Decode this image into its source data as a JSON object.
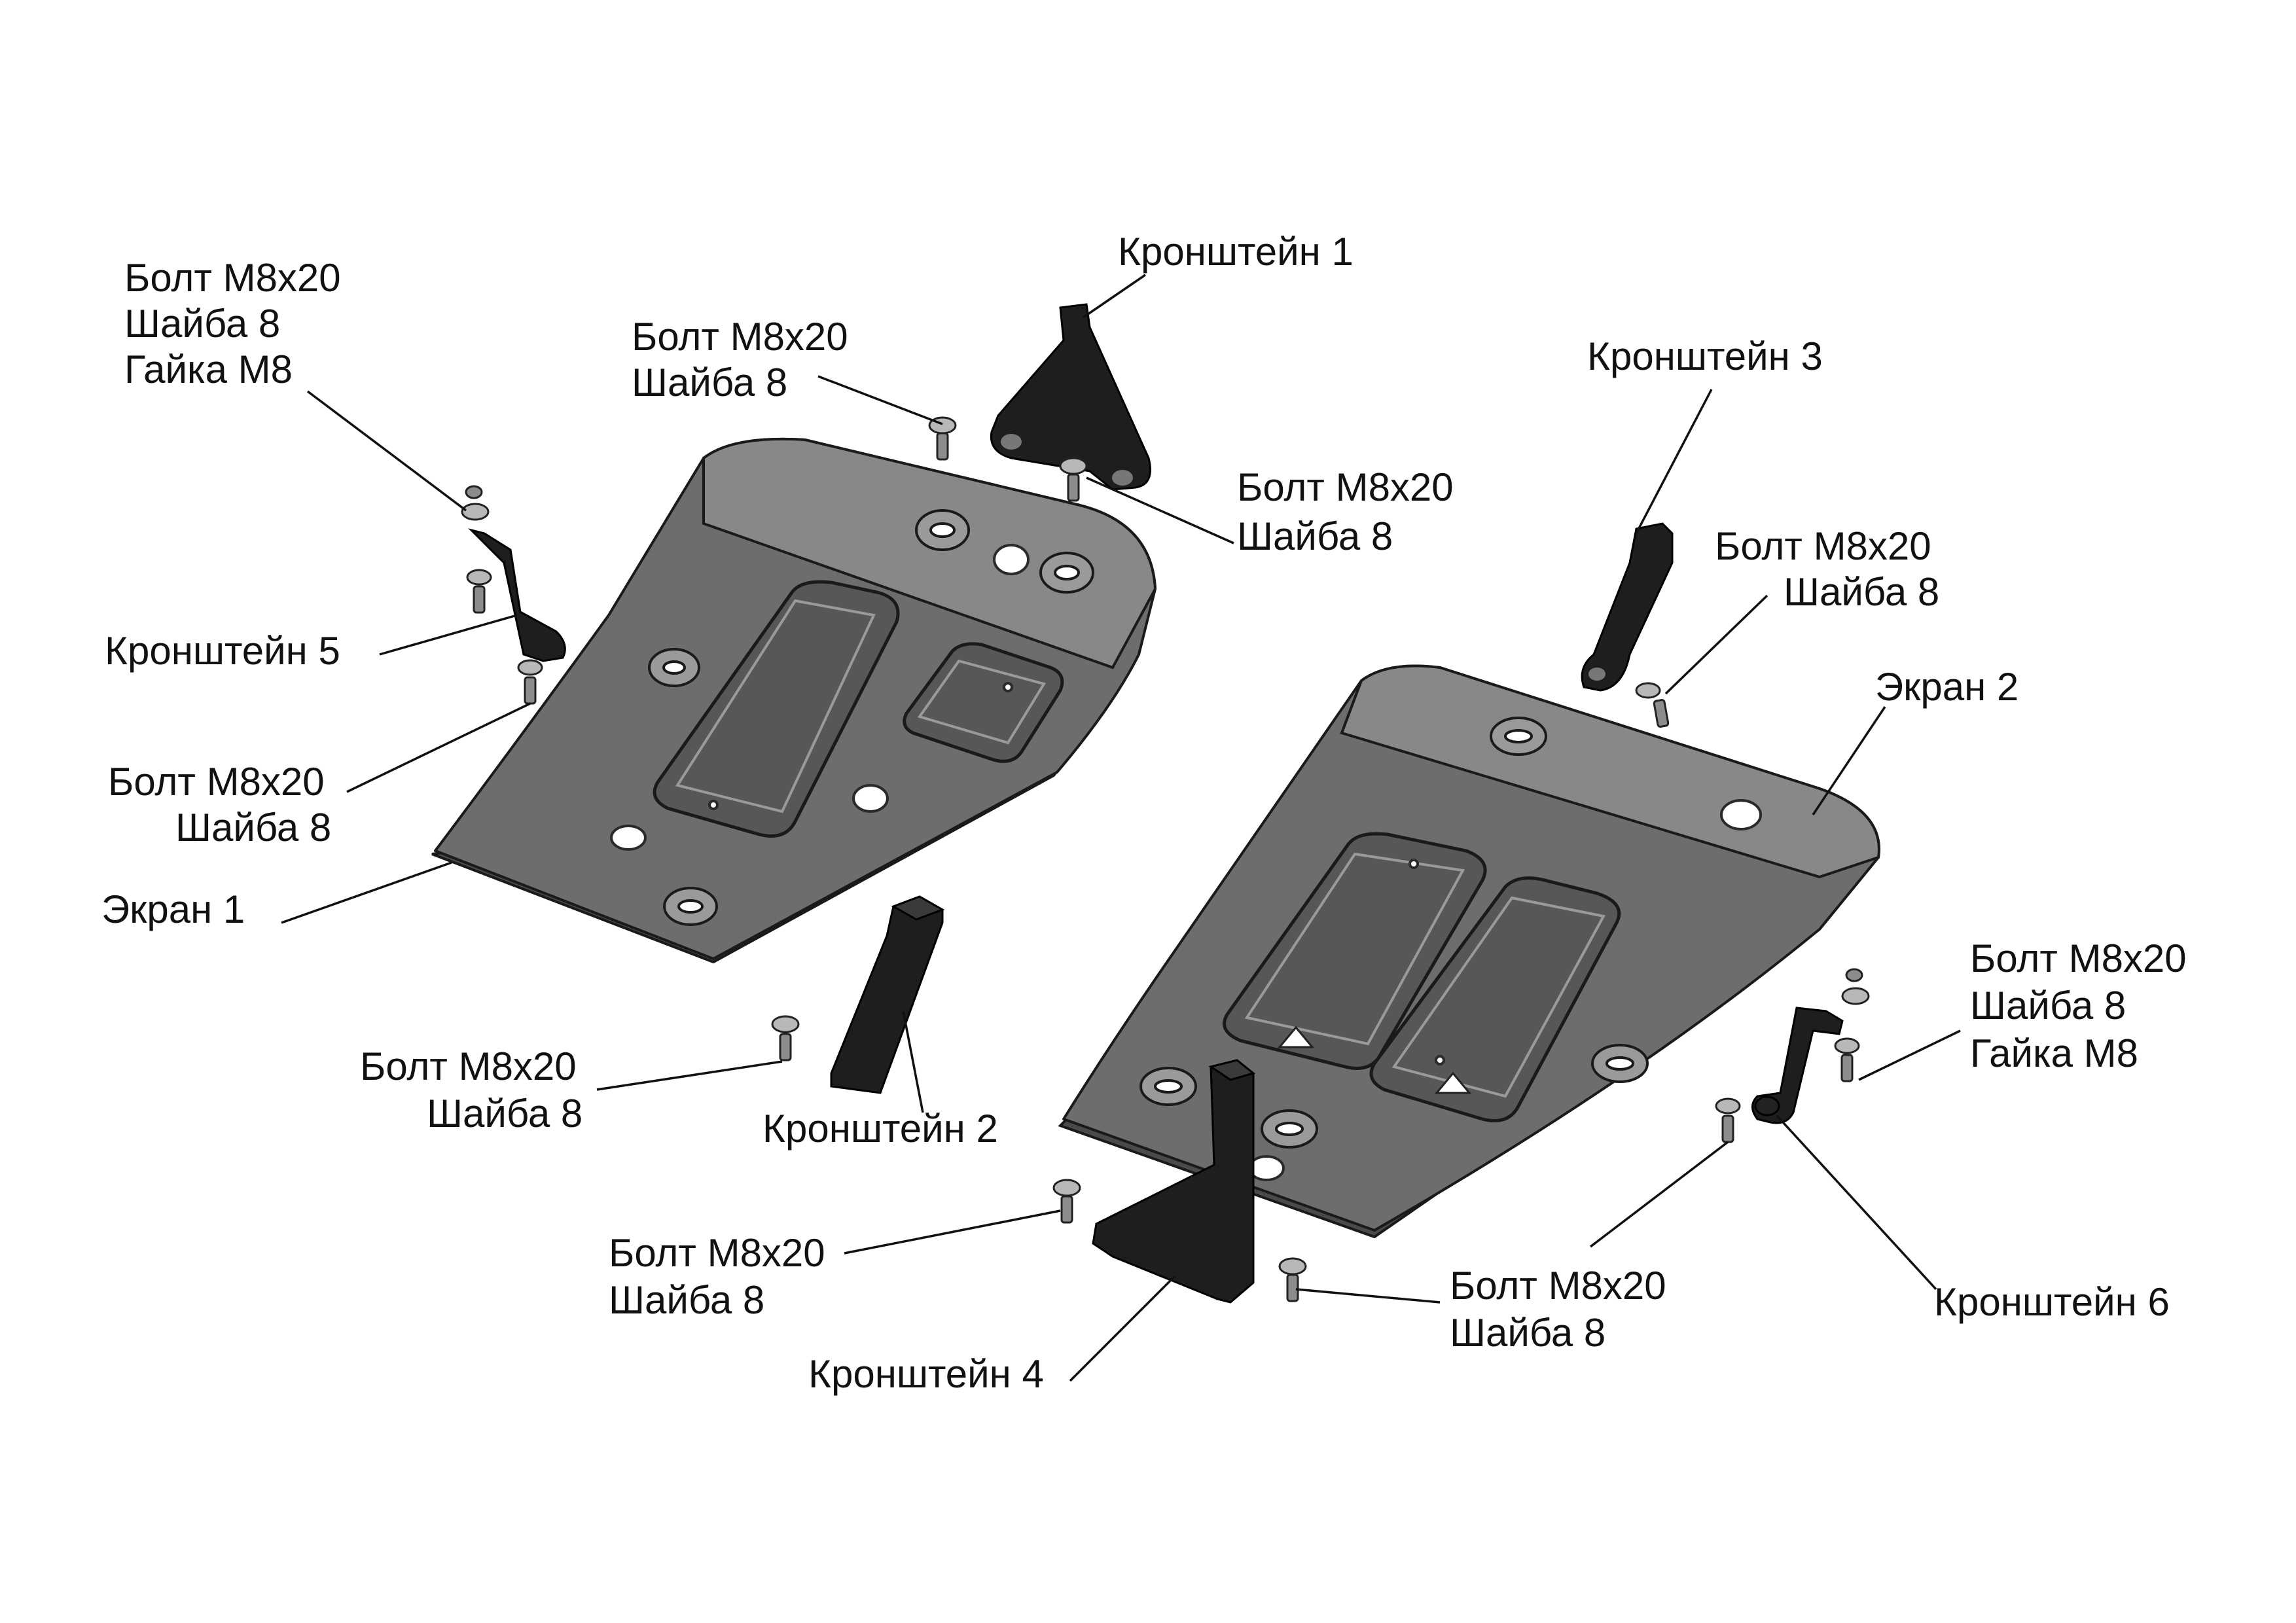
{
  "labels": {
    "bracket1": "Кронштейн 1",
    "bracket2": "Кронштейн 2",
    "bracket3": "Кронштейн 3",
    "bracket4": "Кронштейн 4",
    "bracket5": "Кронштейн 5",
    "bracket6": "Кронштейн 6",
    "screen1": "Экран 1",
    "screen2": "Экран 2",
    "bolt": "Болт М8х20",
    "washer": "Шайба 8",
    "nut": "Гайка М8"
  }
}
